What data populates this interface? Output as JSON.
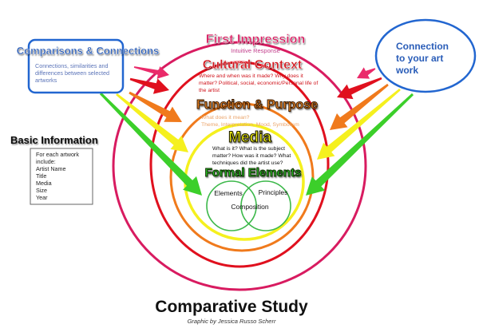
{
  "title": "Comparative Study",
  "credit": "Graphic by Jessica Russo Scherr",
  "colors": {
    "magenta": "#d81b60",
    "red": "#e0101e",
    "orange": "#f07a1c",
    "yellow": "#f5f01e",
    "green": "#3ccf2a",
    "blue": "#1f5fc4",
    "pink_arrow": "#ea2a6a"
  },
  "layers": [
    {
      "id": "first-impression",
      "title": "First Impression",
      "desc": [
        "Intuitive Response"
      ]
    },
    {
      "id": "cultural-context",
      "title": "Cultural Context",
      "desc": [
        "Where and when was it made? Why does it",
        "matter? Political, social, economic/Personal life of",
        "the artist"
      ]
    },
    {
      "id": "function-purpose",
      "title": "Function & Purpose",
      "desc": [
        "What does it mean?",
        "Theme, Interpretation, Mood, Symbolism"
      ]
    },
    {
      "id": "media",
      "title": "Media",
      "desc": [
        "What is it? What is the subject",
        "matter? How was it made? What",
        "techniques did the artist use?"
      ]
    },
    {
      "id": "formal-elements",
      "title": "Formal Elements",
      "desc": []
    }
  ],
  "venn": {
    "left": "Elements",
    "right": "Principles",
    "overlap": "Composition"
  },
  "comparisons": {
    "title": "Comparisons & Connections",
    "desc": [
      "Connections, similarities and",
      "differences between selected",
      "artworks"
    ]
  },
  "basic_info": {
    "title": "Basic Information",
    "items": [
      "For each artwork",
      "include:",
      "Artist Name",
      "Title",
      "Media",
      "Size",
      "Year"
    ]
  },
  "connection": {
    "lines": [
      "Connection",
      "to your art",
      "work"
    ]
  }
}
